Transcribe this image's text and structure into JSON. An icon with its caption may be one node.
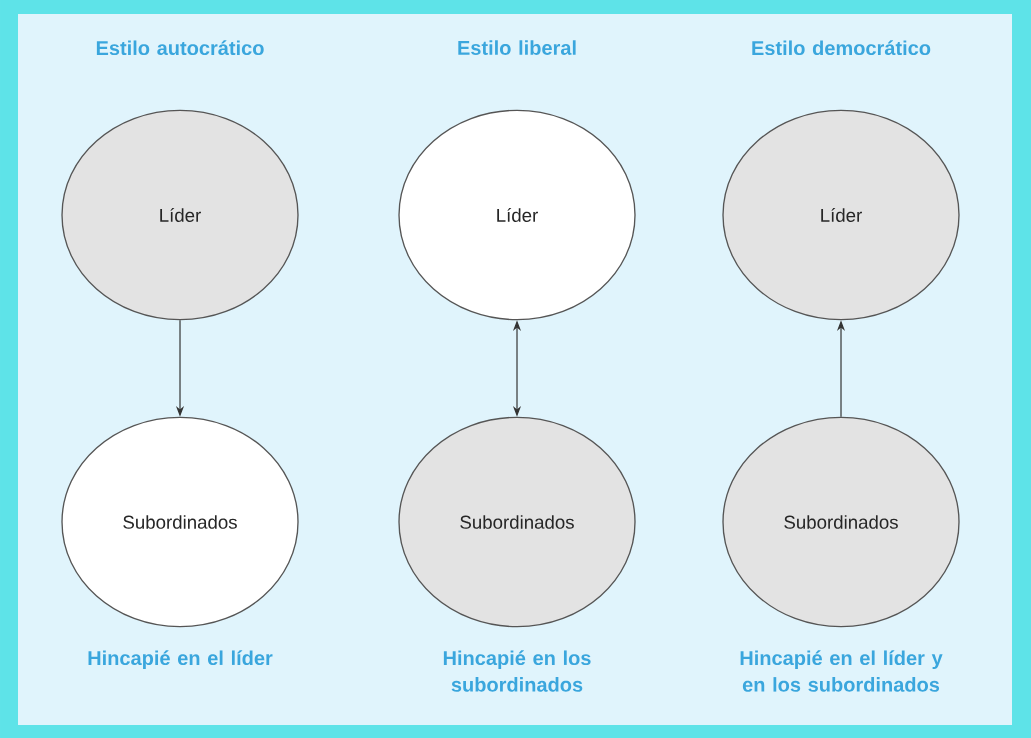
{
  "diagram": {
    "nodes": [
      {
        "text": [
          "Líder"
        ]
      },
      {
        "text": [
          "Líder"
        ]
      },
      {
        "text": [
          "Líder"
        ]
      },
      {
        "text": [
          "Subordinados"
        ]
      },
      {
        "text": [
          "Subordinados"
        ]
      },
      {
        "text": [
          "Subordinados"
        ]
      }
    ],
    "edges": [
      {
        "from": 0,
        "to": 3,
        "arrow": "to"
      },
      {
        "from": 1,
        "to": 4,
        "arrow": "both"
      },
      {
        "from": 5,
        "to": 2,
        "arrow": "to"
      }
    ],
    "labels": [
      "Estilo autocrático",
      "Estilo liberal",
      "Estilo democrático",
      "Hincapié en el líder",
      "Hincapié en los subordinados",
      "Hincapié en el líder y en los subordinados"
    ]
  }
}
